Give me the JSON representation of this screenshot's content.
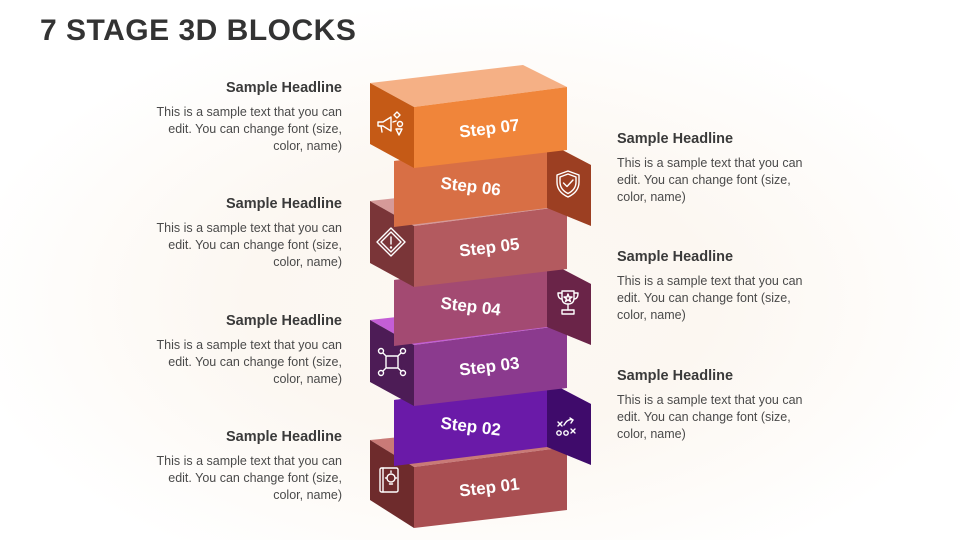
{
  "title": "7 STAGE 3D BLOCKS",
  "steps": [
    {
      "label": "Step 01",
      "icon": "book-idea-icon",
      "side": "left",
      "color": "#a94f52"
    },
    {
      "label": "Step 02",
      "icon": "strategy-play-icon",
      "side": "right",
      "color": "#6a1aa8"
    },
    {
      "label": "Step 03",
      "icon": "network-icon",
      "side": "left",
      "color": "#8b3a8e"
    },
    {
      "label": "Step 04",
      "icon": "trophy-icon",
      "side": "right",
      "color": "#a34a72"
    },
    {
      "label": "Step 05",
      "icon": "warning-sign-icon",
      "side": "left",
      "color": "#b35a5f"
    },
    {
      "label": "Step 06",
      "icon": "shield-check-icon",
      "side": "right",
      "color": "#d86f45"
    },
    {
      "label": "Step 07",
      "icon": "megaphone-icon",
      "side": "left",
      "color": "#f0853a"
    }
  ],
  "text_blocks": [
    {
      "headline": "Sample Headline",
      "body": "This is a sample text that you can edit. You can change font (size, color, name)"
    },
    {
      "headline": "Sample Headline",
      "body": "This is a sample text that you can edit. You can change font (size, color, name)"
    },
    {
      "headline": "Sample Headline",
      "body": "This is a sample text that you can edit. You can change font (size, color, name)"
    },
    {
      "headline": "Sample Headline",
      "body": "This is a sample text that you can edit. You can change font (size, color, name)"
    },
    {
      "headline": "Sample Headline",
      "body": "This is a sample text that you can edit. You can change font (size, color, name)"
    },
    {
      "headline": "Sample Headline",
      "body": "This is a sample text that you can edit. You can change font (size, color, name)"
    },
    {
      "headline": "Sample Headline",
      "body": "This is a sample text that you can edit. You can change font (size, color, name)"
    }
  ]
}
